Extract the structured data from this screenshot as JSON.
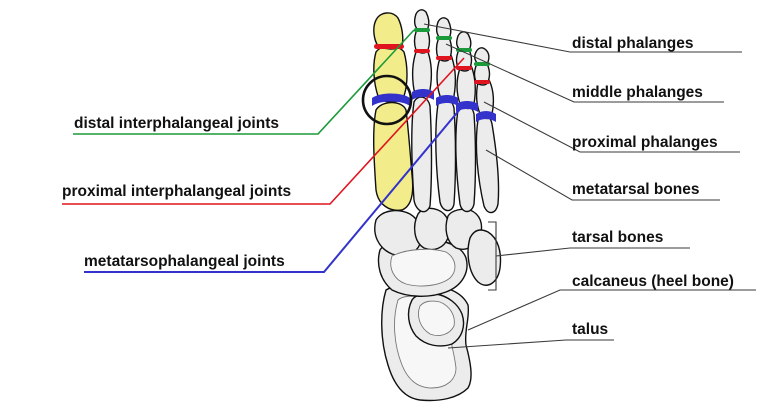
{
  "labels": {
    "distal_phalanges": "distal phalanges",
    "middle_phalanges": "middle phalanges",
    "proximal_phalanges": "proximal phalanges",
    "metatarsal_bones": "metatarsal bones",
    "tarsal_bones": "tarsal bones",
    "calcaneus": "calcaneus (heel bone)",
    "talus": "talus",
    "distal_interphalangeal_joints": "distal interphalangeal joints",
    "proximal_interphalangeal_joints": "proximal interphalangeal joints",
    "metatarsophalangeal_joints": "metatarsophalangeal joints"
  },
  "colors": {
    "distal_joint": "#1a9a3a",
    "proximal_joint": "#e0141e",
    "mtp_joint": "#3333cc",
    "highlighted_bone": "#f3ec8a",
    "bone": "#ececec"
  }
}
